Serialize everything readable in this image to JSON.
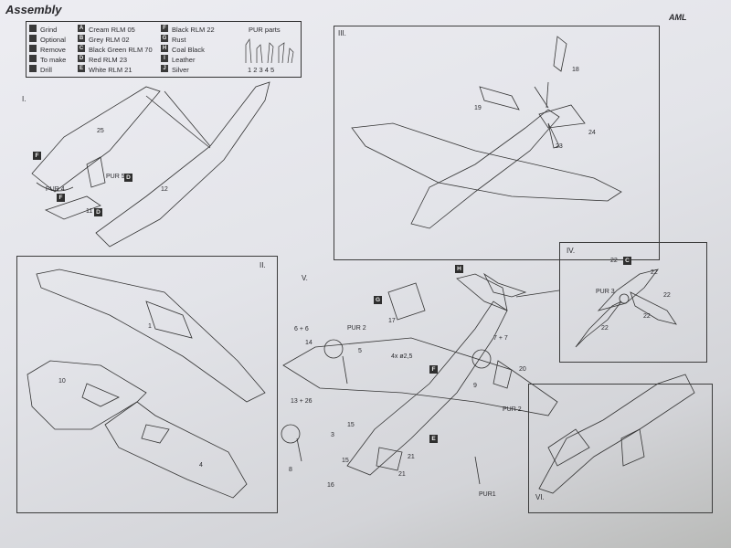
{
  "header": {
    "title": "Assembly",
    "brand": "AML"
  },
  "legend": {
    "symbols": [
      {
        "label": "Grind",
        "icon": "grind-icon"
      },
      {
        "label": "Optional",
        "icon": "optional-icon"
      },
      {
        "label": "Remove",
        "icon": "remove-icon"
      },
      {
        "label": "To make",
        "icon": "to-make-icon"
      },
      {
        "label": "Drill",
        "icon": "drill-icon"
      }
    ],
    "colors_col1": [
      {
        "code": "A",
        "name": "Cream RLM 05"
      },
      {
        "code": "B",
        "name": "Grey  RLM 02"
      },
      {
        "code": "C",
        "name": "Black Green  RLM 70"
      },
      {
        "code": "D",
        "name": "Red RLM 23"
      },
      {
        "code": "E",
        "name": "White  RLM 21"
      }
    ],
    "colors_col2": [
      {
        "code": "F",
        "name": "Black  RLM 22"
      },
      {
        "code": "G",
        "name": "Rust"
      },
      {
        "code": "H",
        "name": "Coal Black"
      },
      {
        "code": "I",
        "name": "Leather"
      },
      {
        "code": "J",
        "name": "Silver"
      }
    ],
    "pur_title": "PUR parts",
    "pur_numbers": "1  2  3  4  5"
  },
  "steps": {
    "s1": "I.",
    "s2": "II.",
    "s3": "III.",
    "s4": "IV.",
    "s5": "V.",
    "s6": "VI."
  },
  "step1_labels": {
    "p25": "25",
    "p12": "12",
    "pur4": "PUR 4",
    "pur5": "PUR 5",
    "p11": "11",
    "codeF1": "F",
    "codeF2": "F",
    "codeD1": "D",
    "codeD2": "D"
  },
  "step2_labels": {
    "p1": "1",
    "p10": "10",
    "p4": "4"
  },
  "step3_labels": {
    "p18": "18",
    "p19": "19",
    "p24": "24",
    "p23": "23"
  },
  "step4_labels": {
    "c22a": "22",
    "c22b": "22",
    "c22c": "22",
    "c22d": "22",
    "c22e": "22",
    "pur3": "PUR 3",
    "code": "C"
  },
  "step5_labels": {
    "h_top": "H",
    "g": "G",
    "p17": "17",
    "pur2a": "PUR 2",
    "p6_6": "6 + 6",
    "p14": "14",
    "p5": "5",
    "drill": "4x  ø2,5",
    "h7_7": "7 + 7",
    "p20": "20",
    "p9": "9",
    "h13_26": "13 + 26",
    "p3": "3",
    "p8": "8",
    "p15a": "15",
    "p15b": "15",
    "p16": "16",
    "p21a": "21",
    "p21b": "21",
    "pur2b": "PUR 2",
    "pur1": "PUR1",
    "e": "E",
    "f": "F"
  }
}
